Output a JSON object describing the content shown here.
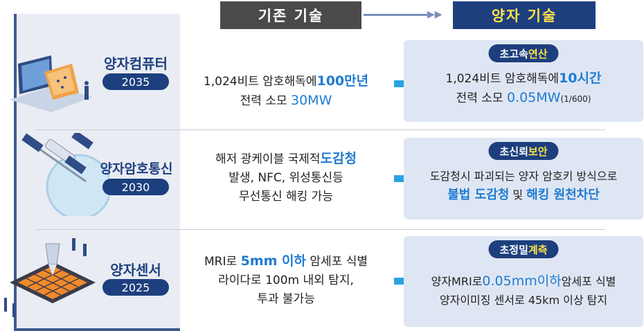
{
  "header": {
    "old_label": "기존 기술",
    "new_label": "양자 기술"
  },
  "rows": [
    {
      "title": "양자컴퓨터",
      "year": "2035",
      "old": {
        "line1a": "1,024비트 암호해독에",
        "line1b": "100만년",
        "line2a": "전력 소모 ",
        "line2b": "30MW"
      },
      "new": {
        "pill_a": "초고속 ",
        "pill_b": "연산",
        "line1a": "1,024비트 암호해독에",
        "line1b": "10시간",
        "line2a": "전력 소모",
        "line2b": "0.05MW",
        "line2c": "(1/600)"
      }
    },
    {
      "title": "양자암호통신",
      "year": "2030",
      "old": {
        "line1a": "해저 광케이블 국제적",
        "line1b": "도감청",
        "line2": "발생, NFC, 위성통신등",
        "line3": "무선통신 해킹 가능"
      },
      "new": {
        "pill_a": "초신뢰 ",
        "pill_b": "보안",
        "line1": "도감청시 파괴되는 양자 암호키 방식으로",
        "line2a": "불법 도감청",
        "line2b": " 및 ",
        "line2c": "해킹 원천차단"
      }
    },
    {
      "title": "양자센서",
      "year": "2025",
      "old": {
        "line1a": "MRI로 ",
        "line1b": "5mm 이하",
        "line1c": " 암세포 식별",
        "line2": "라이다로 100m 내외 탐지,",
        "line3": "투과 불가능"
      },
      "new": {
        "pill_a": "초정밀 ",
        "pill_b": "계측",
        "line1a": "양자MRI로",
        "line1b": "0.05mm이하",
        "line1c": "암세포 식별",
        "line2": "양자이미징 센서로  45km 이상 탐지"
      }
    }
  ],
  "icons": [
    "laptop-icon",
    "satellite-icon",
    "sensor-chip-icon"
  ],
  "colors": {
    "navy": "#1d3f7e",
    "accent_blue": "#1e7bd1",
    "yellow": "#ffe24a",
    "card_bg": "#dfe6f3",
    "panel_bg": "#e9ecf3"
  }
}
